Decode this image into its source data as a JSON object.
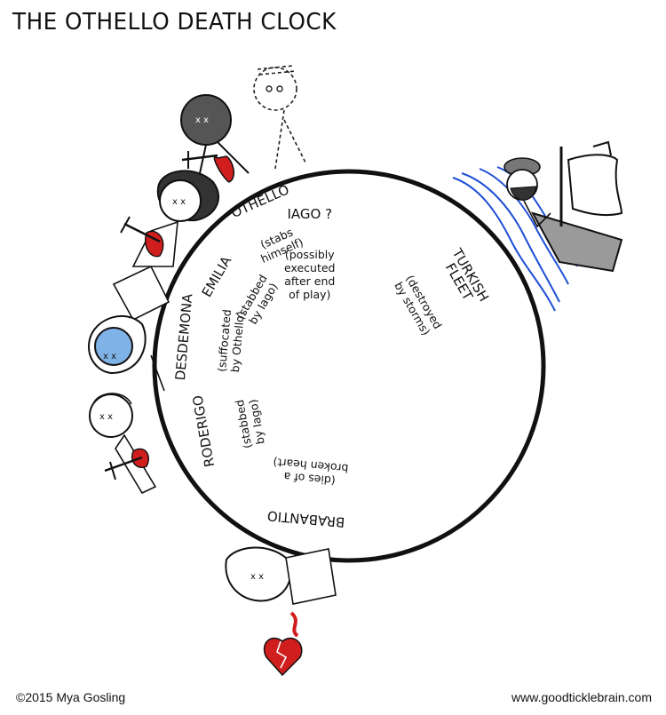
{
  "title": "THE OTHELLO DEATH CLOCK",
  "deaths": [
    {
      "name": "IAGO ?",
      "note": "(possibly\nexecuted\nafter end\nof play)"
    },
    {
      "name": "OTHELLO",
      "note": "(stabs\nhimself)"
    },
    {
      "name": "EMILIA",
      "note": "(stabbed\nby Iago)"
    },
    {
      "name": "DESDEMONA",
      "note": "(suffocated\nby Othello)"
    },
    {
      "name": "RODERIGO",
      "note": "(stabbed\nby Iago)"
    },
    {
      "name": "BRABANTIO",
      "note": "(dies of a\nbroken heart)"
    },
    {
      "name": "TURKISH\nFLEET",
      "note": "(destroyed\nby storms)"
    }
  ],
  "footer": {
    "copyright": "©2015 Mya Gosling",
    "website": "www.goodticklebrain.com"
  },
  "colors": {
    "ink": "#111111",
    "blood": "#d01e1e",
    "sea": "#1f4fd6",
    "face_blue": "#7fb2e6",
    "sail_gray": "#9a9a9a"
  }
}
